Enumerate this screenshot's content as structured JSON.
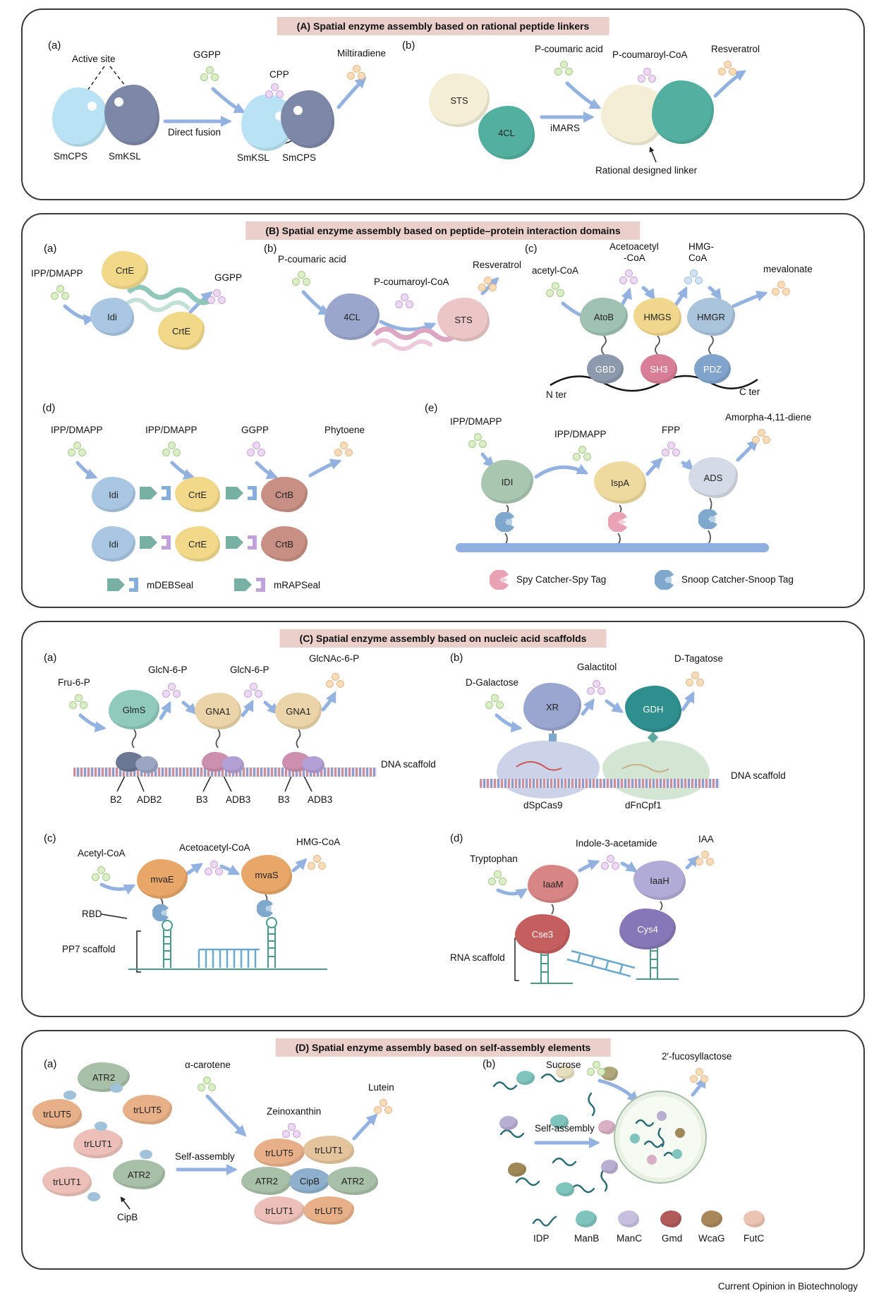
{
  "footer": "Current Opinion in Biotechnology",
  "colors": {
    "title_bar": "#eacfca",
    "arrow": "#93b2e0",
    "substrate_green": "#dcedc8",
    "intermediate_purple": "#ecd9f2",
    "product_orange": "#f9dcba",
    "intermediate_blue": "#d2e2f2"
  },
  "A": {
    "title": "(A) Spatial enzyme assembly based on rational peptide linkers",
    "a_tag": "(a)",
    "b_tag": "(b)",
    "active_site": "Active site",
    "smcps": "SmCPS",
    "smksl": "SmKSL",
    "ggpp": "GGPP",
    "direct_fusion": "Direct fusion",
    "cpp": "CPP",
    "miltiradiene": "Miltiradiene",
    "sts": "STS",
    "cl4": "4CL",
    "p_coumaric_acid": "P-coumaric acid",
    "imars": "iMARS",
    "p_coumaroyl_coa": "P-coumaroyl-CoA",
    "resveratrol": "Resveratrol",
    "rational_linker": "Rational designed linker"
  },
  "B": {
    "title": "(B) Spatial enzyme assembly based on peptide–protein interaction domains",
    "a_tag": "(a)",
    "b_tag": "(b)",
    "c_tag": "(c)",
    "d_tag": "(d)",
    "e_tag": "(e)",
    "ipp_dmapp": "IPP/DMAPP",
    "crte": "CrtE",
    "idi": "Idi",
    "ggpp": "GGPP",
    "p_coumaric_acid": "P-coumaric acid",
    "cl4": "4CL",
    "p_coumaroyl_coa": "P-coumaroyl-CoA",
    "sts": "STS",
    "resveratrol": "Resveratrol",
    "acetyl_coa": "acetyl-CoA",
    "acetoacetyl_1": "Acetoacetyl",
    "acetoacetyl_2": "-CoA",
    "hmg_1": "HMG-",
    "hmg_2": "CoA",
    "mevalonate": "mevalonate",
    "atob": "AtoB",
    "hmgs": "HMGS",
    "hmgr": "HMGR",
    "gbd": "GBD",
    "sh3": "SH3",
    "pdz": "PDZ",
    "n_ter": "N ter",
    "c_ter": "C ter",
    "phytoene": "Phytoene",
    "crtb": "CrtB",
    "mdebseal": "mDEBSeal",
    "mrapseal": "mRAPSeal",
    "idi_e": "IDI",
    "ispa": "IspA",
    "ads": "ADS",
    "fpp": "FPP",
    "amorphadiene": "Amorpha-4,11-diene",
    "spy_legend": "Spy Catcher-Spy Tag",
    "snoop_legend": "Snoop Catcher-Snoop Tag"
  },
  "C": {
    "title": "(C) Spatial enzyme assembly based on nucleic acid scaffolds",
    "a_tag": "(a)",
    "b_tag": "(b)",
    "c_tag": "(c)",
    "d_tag": "(d)",
    "fru6p": "Fru-6-P",
    "glcn6p": "GlcN-6-P",
    "glcnac6p": "GlcNAc-6-P",
    "glms": "GlmS",
    "gna1": "GNA1",
    "dna_scaffold": "DNA scaffold",
    "b2": "B2",
    "adb2": "ADB2",
    "b3": "B3",
    "adb3": "ADB3",
    "d_galactose": "D-Galactose",
    "galactitol": "Galactitol",
    "d_tagatose": "D-Tagatose",
    "xr": "XR",
    "gdh": "GDH",
    "dspcas9": "dSpCas9",
    "dfncpf1": "dFnCpf1",
    "acetyl_coa": "Acetyl-CoA",
    "acetoacetyl_coa": "Acetoacetyl-CoA",
    "hmg_coa": "HMG-CoA",
    "mvae": "mvaE",
    "mvas": "mvaS",
    "rbd": "RBD",
    "pp7_scaffold": "PP7 scaffold",
    "tryptophan": "Tryptophan",
    "indole_acetamide": "Indole-3-acetamide",
    "iaa": "IAA",
    "iaam": "IaaM",
    "iaah": "IaaH",
    "cse3": "Cse3",
    "cys4": "Cys4",
    "rna_scaffold": "RNA scaffold"
  },
  "D": {
    "title": "(D) Spatial enzyme assembly based on self-assembly elements",
    "a_tag": "(a)",
    "b_tag": "(b)",
    "atr2": "ATR2",
    "trlut5": "trLUT5",
    "trlut1": "trLUT1",
    "cipb": "CipB",
    "alpha_carotene": "α-carotene",
    "self_assembly": "Self-assembly",
    "zeinoxanthin": "Zeinoxanthin",
    "lutein": "Lutein",
    "sucrose": "Sucrose",
    "fucosyllactose": "2′-fucosyllactose",
    "idp": "IDP",
    "manb": "ManB",
    "manc": "ManC",
    "gmd": "Gmd",
    "wcag": "WcaG",
    "futc": "FutC"
  }
}
